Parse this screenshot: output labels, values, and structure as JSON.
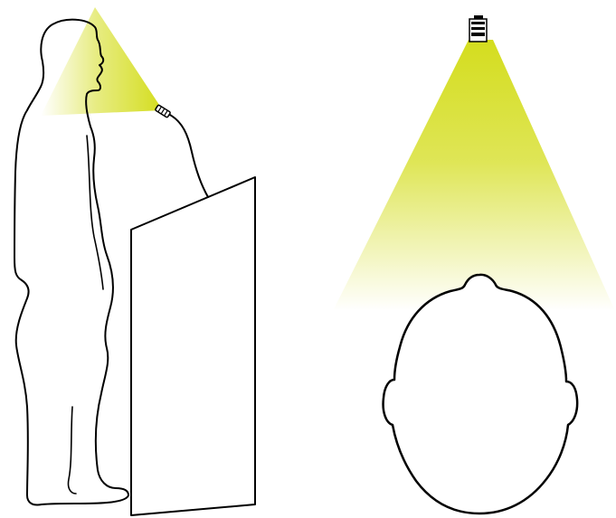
{
  "illustration": {
    "left_panel": {
      "subject": "speaker-side-view",
      "elements": [
        "person-silhouette",
        "microphone",
        "mic-gooseneck",
        "lectern",
        "pickup-cone"
      ]
    },
    "right_panel": {
      "subject": "head-top-view",
      "elements": [
        "ceiling-microphone",
        "pickup-cone",
        "head-outline"
      ]
    },
    "colors": {
      "pickup_cone": "#d4dd1e",
      "outline": "#000000",
      "fill": "#ffffff"
    }
  }
}
